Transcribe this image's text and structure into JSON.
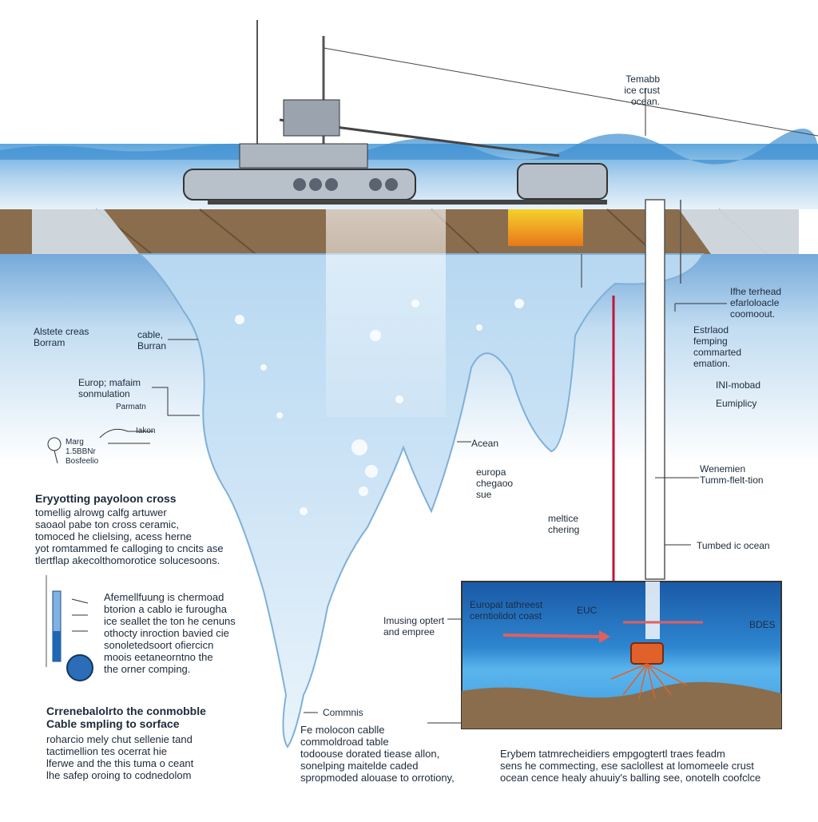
{
  "labels": {
    "top_right": [
      "Temabb",
      "ice crust",
      "ocean."
    ],
    "left_a": [
      "Alstete creas",
      "Borram"
    ],
    "cable": [
      "cable,",
      "Burran"
    ],
    "europ": [
      "Europ; mafaim",
      "sonmulation"
    ],
    "scale_lines": [
      "Parmatn",
      "Iakon"
    ],
    "gauge": [
      "Marg",
      "1.5BBNr",
      "Bosfeelio"
    ],
    "acean": "Acean",
    "europa_charge": [
      "europa",
      "chegaoo",
      "sue"
    ],
    "melting": [
      "meltice",
      "chering"
    ],
    "right_a": [
      "Ifhe terhead",
      "efarloloacle",
      "coomoout."
    ],
    "right_b": [
      "Estrlaod",
      "femping",
      "commarted",
      "emation."
    ],
    "right_c": "INI-mobad",
    "right_d": "Eumiplicy",
    "wenemien": [
      "Wenemien",
      "Tumm-flelt-tion"
    ],
    "tumbed": "Tumbed ic ocean",
    "imusing": [
      "Imusing optert",
      "and empree"
    ],
    "inset_left": [
      "Europal tathreest",
      "cerntiolidot coast"
    ],
    "inset_euc": "EUC",
    "inset_bdes": "BDES",
    "commis": "Commnis"
  },
  "text_blocks": {
    "block1_title": "Eryyotting payoloon cross",
    "block1_lines": [
      "tomellig alrowg calfg artuwer",
      "saoaol pabe ton cross ceramic,",
      "tomoced he clielsing, acess herne",
      "yot romtammed fe calloging to cncits ase",
      "tlertflap akecolthomorotice solucesoons."
    ],
    "block2_lines": [
      "Afemellfuung is chermoad",
      "btorion a cablo ie furougha",
      "ice seallet the ton he cenuns",
      "othocty inroction bavied cie",
      "sonoletedsoort ofiercicn",
      "moois eetaneorntno the",
      "the orner comping."
    ],
    "block3_title": [
      "Crrenebalolrto the conmobble",
      "Cable smpling to sorface"
    ],
    "block3_lines": [
      "roharcio mely chut sellenie tand",
      "tactimellion tes ocerrat hie",
      "lferwe and the this tuma o ceant",
      "lhe safep oroing to codnedolom"
    ],
    "block4_lines": [
      "Fe molocon cablle",
      "commoldroad table",
      "todoouse dorated tiease allon,",
      "sonelping maitelde caded",
      "spropmoded alouase to orrotiony,"
    ],
    "block5_lines": [
      "Erybem tatmrecheidiers  empgogtertl traes feadm",
      "sens he commecting, ese saclollest at lomomeele crust",
      "ocean cence healy ahuuiy's balling see, onotelh coofclce"
    ]
  },
  "colors": {
    "sky": "#ffffff",
    "sea_surface": "#3f8fd2",
    "ice_light": "#cfe6f7",
    "ice_mid": "#9cc9ea",
    "ice_dark": "#6ea5d4",
    "crust_brown": "#8a6d4c",
    "ocean_deep": "#1f66b3",
    "ocean_bright": "#3aa0e0",
    "hot_orange": "#f0a21f",
    "probe_orange": "#e0612a",
    "laser_red": "#c0163a",
    "ship_grey": "#8e98a6",
    "text": "#1c2a3a"
  },
  "icons": [
    "ship-icon",
    "probe-icon",
    "gauge-icon",
    "thermometer-icon"
  ]
}
